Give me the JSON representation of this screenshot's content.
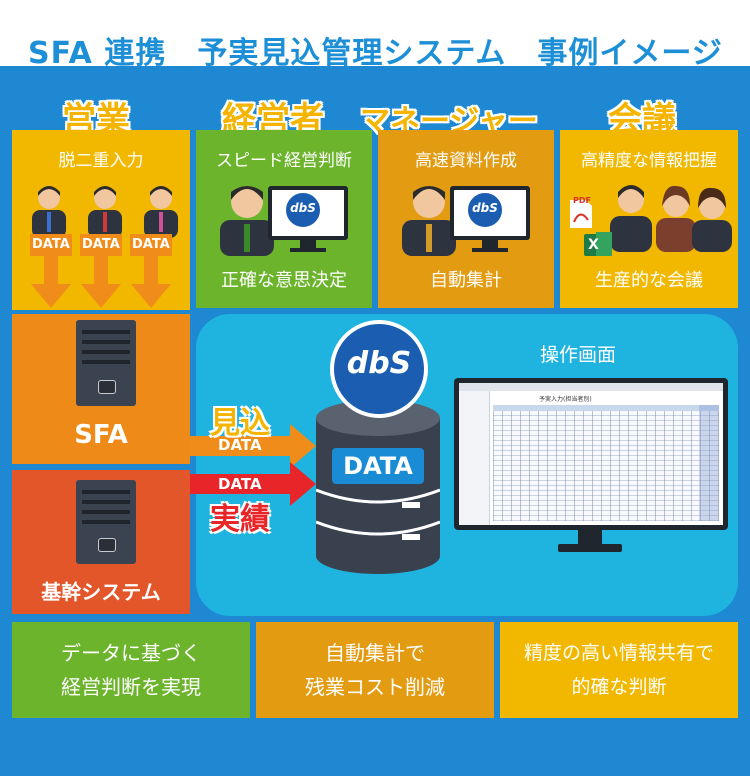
{
  "title": "SFA 連携　予実見込管理システム　事例イメージ",
  "roles": {
    "sales": "営業",
    "executive": "経営者",
    "manager": "マネージャー",
    "meeting": "会議"
  },
  "panels": [
    {
      "top": "脱二重入力",
      "bottom": ""
    },
    {
      "top": "スピード経営判断",
      "bottom": "正確な意思決定"
    },
    {
      "top": "高速資料作成",
      "bottom": "自動集計"
    },
    {
      "top": "高精度な情報把握",
      "bottom": "生産的な会議"
    }
  ],
  "data_tag": "DATA",
  "logo_text": "dbS",
  "file_icons": {
    "pdf": "PDF",
    "excel": "X"
  },
  "sfa_label": "SFA",
  "core_label": "基幹システム",
  "forecast_label": "見込",
  "actual_label": "実績",
  "db_label": "DATA",
  "screen_caption": "操作画面",
  "screen_title": "予実入力(担当者別)",
  "bottom_boxes": [
    {
      "line1": "データに基づく",
      "line2": "経営判断を実現"
    },
    {
      "line1": "自動集計で",
      "line2": "残業コスト削減"
    },
    {
      "line1": "精度の高い情報共有で",
      "line2": "的確な判断"
    }
  ],
  "colors": {
    "background_blue": "#1e88d2",
    "title_blue": "#1d8fd6",
    "sales_yellow": "#f2b800",
    "exec_green": "#6cb42c",
    "manager_orange": "#e39b12",
    "meeting_yellow": "#f2b800",
    "sfa_orange": "#ee8a18",
    "core_red": "#e2562a",
    "arrow_orange": "#f08c1a",
    "arrow_red": "#e8262a",
    "panel_cyan": "#1fb3df"
  }
}
